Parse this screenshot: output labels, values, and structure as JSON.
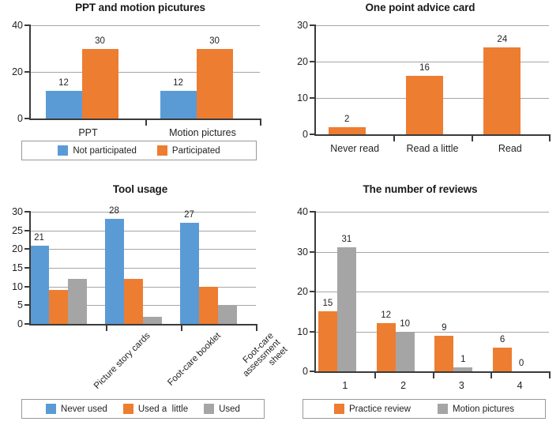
{
  "palette": {
    "blue": "#5B9BD5",
    "orange": "#ED7D31",
    "gray": "#A5A5A5",
    "axis": "#3b3b3b",
    "grid": "#a6a6a6",
    "text": "#231f20",
    "background": "#ffffff"
  },
  "charts": [
    {
      "id": "ppt-and-motion-picutures",
      "chart_data": {
        "type": "bar",
        "title": "PPT and motion picutures",
        "xlabel": "",
        "ylabel": "",
        "categories": [
          "PPT",
          "Motion pictures"
        ],
        "series": [
          {
            "name": "Not participated",
            "color": "#5B9BD5",
            "values": [
              12,
              12
            ]
          },
          {
            "name": "Participated",
            "color": "#ED7D31",
            "values": [
              30,
              30
            ]
          }
        ],
        "ylim": [
          0,
          40
        ],
        "yticks": [
          0,
          20,
          40
        ],
        "grid": true,
        "legend_position": "bottom",
        "data_labels": true
      }
    },
    {
      "id": "one-point-advice-card",
      "chart_data": {
        "type": "bar",
        "title": "One point advice card",
        "xlabel": "",
        "ylabel": "",
        "categories": [
          "Never read",
          "Read a little",
          "Read"
        ],
        "series": [
          {
            "name": "One point advice card",
            "color": "#ED7D31",
            "values": [
              2,
              16,
              24
            ]
          }
        ],
        "ylim": [
          0,
          30
        ],
        "yticks": [
          0,
          10,
          20,
          30
        ],
        "grid": true,
        "legend_position": "none",
        "data_labels": true
      }
    },
    {
      "id": "tool-usage",
      "chart_data": {
        "type": "bar",
        "title": "Tool usage",
        "xlabel": "",
        "ylabel": "",
        "categories": [
          "Picture story cards",
          "Foot-care booklet",
          "Foot-care assessment sheet"
        ],
        "series": [
          {
            "name": "Never used",
            "color": "#5B9BD5",
            "values": [
              21,
              28,
              27
            ]
          },
          {
            "name": "Used a  little",
            "color": "#ED7D31",
            "values": [
              9,
              12,
              10
            ]
          },
          {
            "name": "Used",
            "color": "#A5A5A5",
            "values": [
              12,
              2,
              5
            ]
          }
        ],
        "ylim": [
          0,
          30
        ],
        "yticks": [
          0,
          5,
          10,
          15,
          20,
          25,
          30
        ],
        "grid": true,
        "legend_position": "bottom",
        "data_labels": "first-series-only",
        "data_label_values": [
          21,
          28,
          27
        ]
      }
    },
    {
      "id": "the-number-of-reviews",
      "chart_data": {
        "type": "bar",
        "title": "The number of reviews",
        "xlabel": "",
        "ylabel": "",
        "categories": [
          "1",
          "2",
          "3",
          "4"
        ],
        "series": [
          {
            "name": "Practice review",
            "color": "#ED7D31",
            "values": [
              15,
              12,
              9,
              6
            ]
          },
          {
            "name": "Motion pictures",
            "color": "#A5A5A5",
            "values": [
              31,
              10,
              1,
              0
            ]
          }
        ],
        "ylim": [
          0,
          40
        ],
        "yticks": [
          0,
          10,
          20,
          30,
          40
        ],
        "grid": true,
        "legend_position": "bottom",
        "data_labels": true
      }
    }
  ]
}
